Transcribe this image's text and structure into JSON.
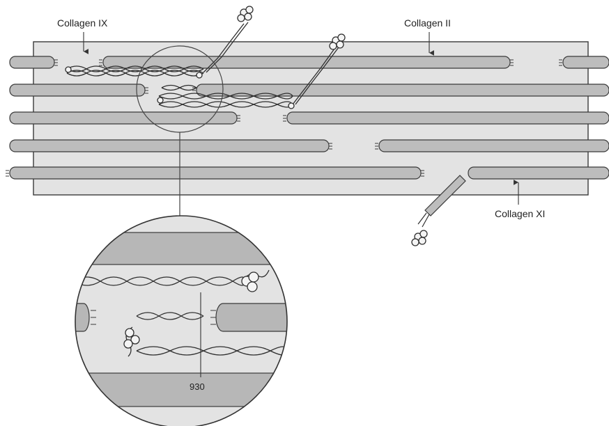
{
  "labels": {
    "collagen_ix": "Collagen IX",
    "collagen_ii": "Collagen II",
    "collagen_xi": "Collagen XI",
    "detail_number": "930"
  },
  "colors": {
    "panel_fill": "#e3e3e3",
    "fibril_fill": "#bdbdbd",
    "stroke": "#3a3a3a",
    "detail_band": "#b7b7b7"
  },
  "icons": {
    "nc4_domain": "globular-domain-icon",
    "arrow": "arrow-down-icon"
  }
}
